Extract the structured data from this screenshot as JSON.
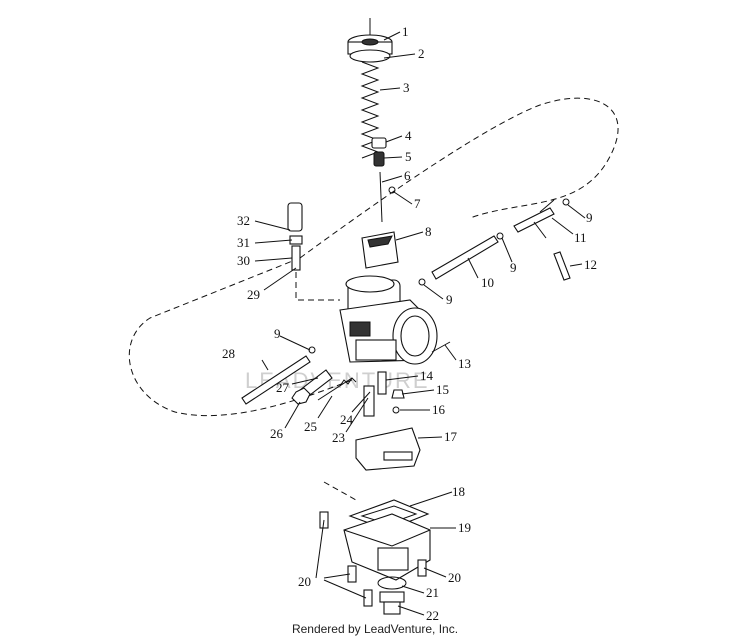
{
  "watermark": "LEADVENTURE",
  "credit": "Rendered by LeadVenture, Inc.",
  "callouts": [
    "1",
    "2",
    "3",
    "4",
    "5",
    "6",
    "7",
    "8",
    "9",
    "9",
    "9",
    "9",
    "9",
    "10",
    "11",
    "12",
    "13",
    "14",
    "15",
    "16",
    "17",
    "18",
    "19",
    "20",
    "20",
    "20",
    "21",
    "22",
    "23",
    "24",
    "25",
    "26",
    "27",
    "28",
    "29",
    "30",
    "31",
    "32"
  ]
}
